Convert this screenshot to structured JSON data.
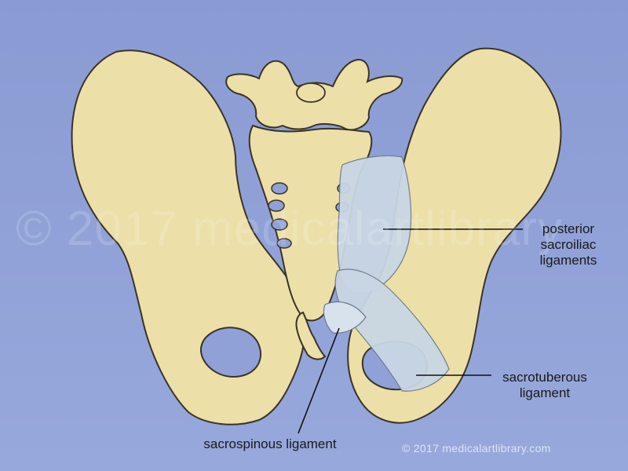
{
  "labels": {
    "posterior_sacroiliac": {
      "line1": "posterior",
      "line2": "sacroiliac",
      "line3": "ligaments"
    },
    "sacrotuberous": {
      "line1": "sacrotuberous",
      "line2": "ligament"
    },
    "sacrospinous": "sacrospinous ligament"
  },
  "copyright": "© 2017 medicalartlibrary.com",
  "watermark": "© 2017 medicalartlibrary",
  "colors": {
    "background": "#8fa1d6",
    "bone": "#ecdfa8",
    "bone_outline": "#3a3426",
    "ligament": "#c9d6e4",
    "leader_line": "#111111"
  }
}
